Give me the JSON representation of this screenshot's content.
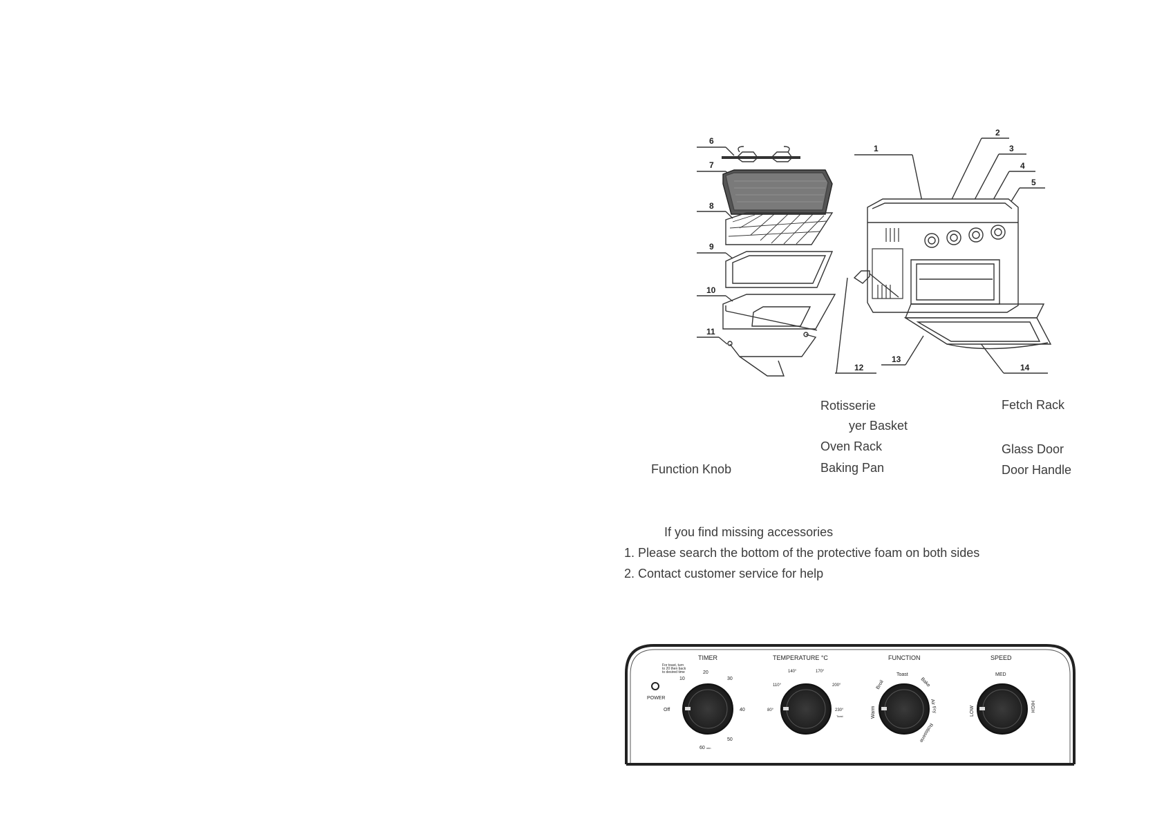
{
  "diagram": {
    "callouts": [
      "1",
      "2",
      "3",
      "4",
      "5",
      "6",
      "7",
      "8",
      "9",
      "10",
      "11",
      "12",
      "13",
      "14"
    ]
  },
  "labels": {
    "rotisserie": "Rotisserie",
    "fryer_basket": "yer Basket",
    "oven_rack": "Oven Rack",
    "baking_pan": "Baking Pan",
    "function_knob": "Function Knob",
    "fetch_rack": "Fetch Rack",
    "glass_door": "Glass Door",
    "door_handle": "Door Handle"
  },
  "notes": {
    "heading": "If you find missing accessories",
    "step1": "1. Please search the bottom of the protective foam on both sides",
    "step2": "2. Contact customer service for help"
  },
  "control_panel": {
    "power": "POWER",
    "timer": {
      "title": "TIMER",
      "hint_line1": "For toast, turn",
      "hint_line2": "to 20 then back",
      "hint_line3": "to desired time",
      "off": "Off",
      "t10": "10",
      "t20": "20",
      "t30": "30",
      "t40": "40",
      "t50": "50",
      "t60": "60",
      "t60_unit": "min"
    },
    "temperature": {
      "title": "TEMPERATURE °C",
      "t80": "80°",
      "t110": "110°",
      "t140": "140°",
      "t170": "170°",
      "t200": "200°",
      "t230": "230°",
      "t230_note": "Toast"
    },
    "function": {
      "title": "FUNCTION",
      "warm": "Warm",
      "broil": "Broil",
      "toast": "Toast",
      "bake": "Bake",
      "airfry": "Air Fry",
      "rotisserie": "Rotisserie"
    },
    "speed": {
      "title": "SPEED",
      "low": "LOW",
      "med": "MED",
      "high": "HIGH"
    }
  }
}
